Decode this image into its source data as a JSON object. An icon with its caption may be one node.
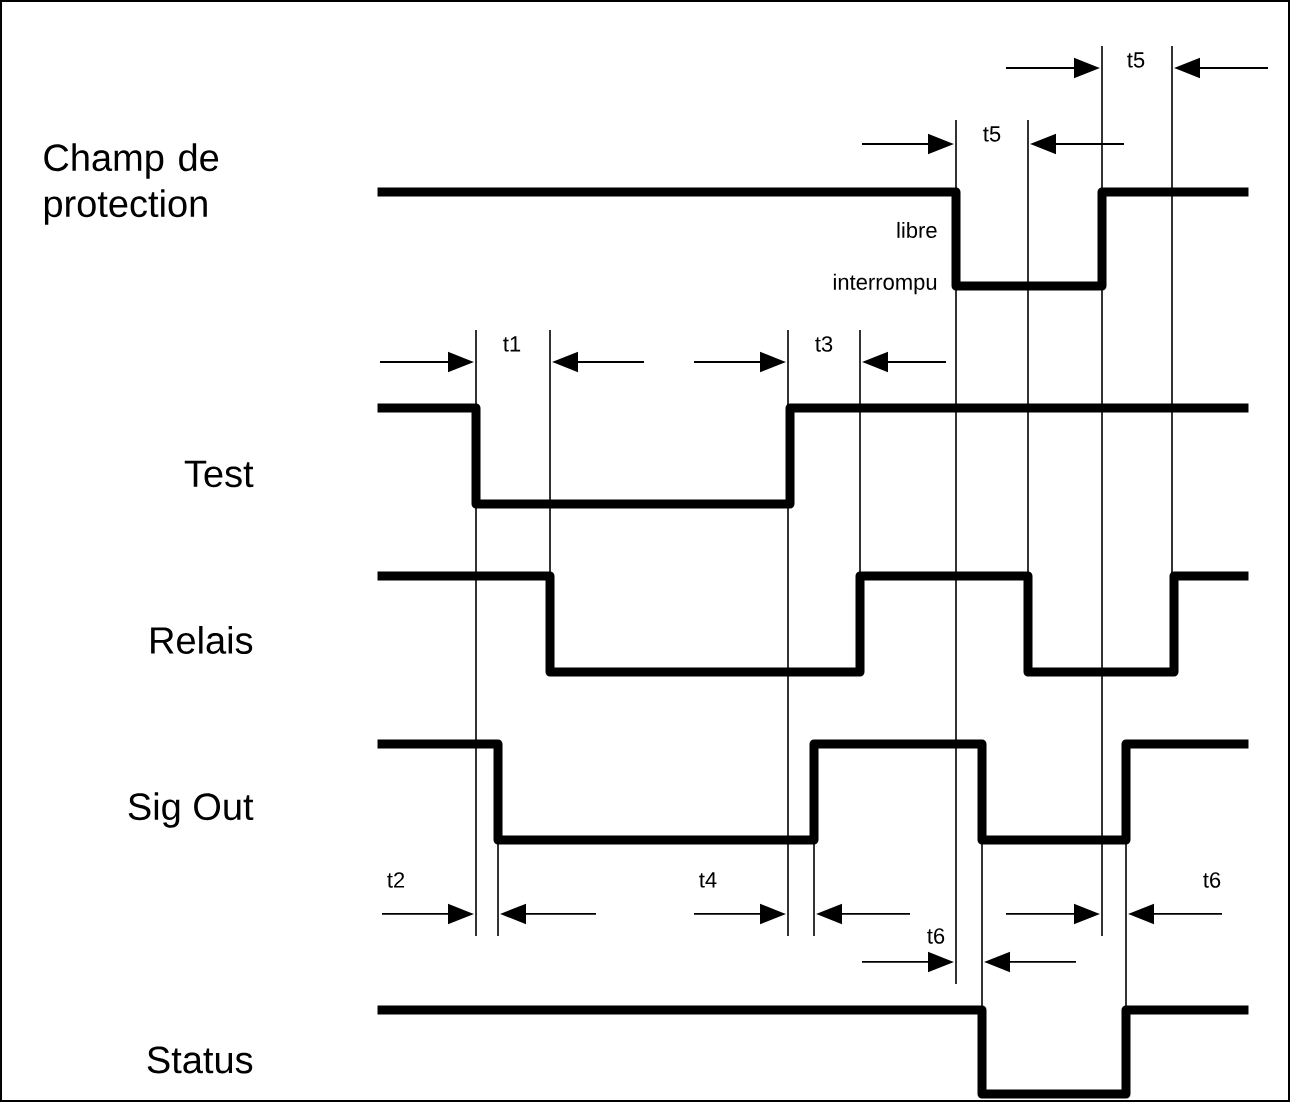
{
  "diagram": {
    "labels": [
      "t5",
      "t5",
      "Champ de protection",
      "libre",
      "interrompu",
      "t1",
      "t3",
      "Test",
      "Relais",
      "Sig Out",
      "t2",
      "t4",
      "t6",
      "t6",
      "Status"
    ]
  }
}
